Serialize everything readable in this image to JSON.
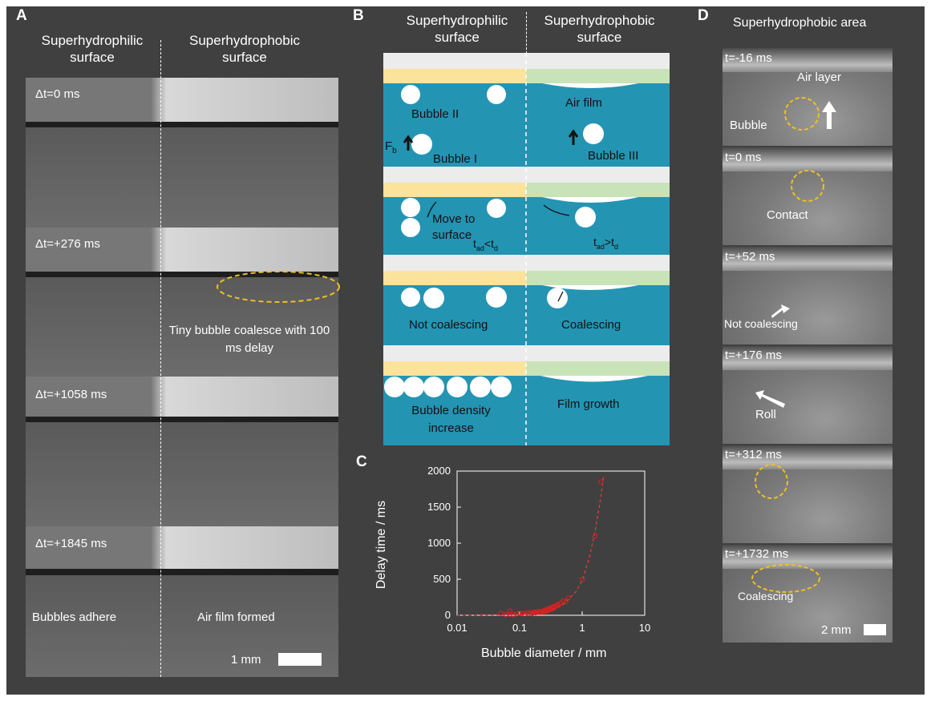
{
  "panels": {
    "A": {
      "letter": "A",
      "header_left": "Superhydrophilic surface",
      "header_right": "Superhydrophobic surface",
      "frames": [
        {
          "time": "Δt=0 ms"
        },
        {
          "time": "Δt=+276 ms",
          "annotation": "Tiny bubble coalesce with 100 ms delay"
        },
        {
          "time": "Δt=+1058 ms"
        },
        {
          "time": "Δt=+1845 ms",
          "caption_left": "Bubbles adhere",
          "caption_right": "Air film formed"
        }
      ],
      "scale_bar": "1 mm"
    },
    "B": {
      "letter": "B",
      "header_left": "Superhydrophilic surface",
      "header_right": "Superhydrophobic surface",
      "row1": {
        "bubble2": "Bubble II",
        "bubble1": "Bubble I",
        "air_film": "Air film",
        "bubble3": "Bubble III",
        "fb": "F",
        "fb_sub": "b"
      },
      "row2": {
        "move": "Move to surface",
        "t_left": "t",
        "t_left_sub": "ad",
        "t_left_op": "<t",
        "t_left_sub2": "d",
        "t_right": "t",
        "t_right_sub": "ad",
        "t_right_op": ">t",
        "t_right_sub2": "d"
      },
      "row3": {
        "left": "Not coalescing",
        "right": "Coalescing"
      },
      "row4": {
        "left": "Bubble density increase",
        "right": "Film growth"
      }
    },
    "C": {
      "letter": "C",
      "xlabel": "Bubble diameter / mm",
      "ylabel": "Delay time / ms",
      "xticks": [
        "0.01",
        "0.1",
        "1",
        "10"
      ],
      "yticks": [
        "0",
        "500",
        "1000",
        "1500",
        "2000"
      ]
    },
    "D": {
      "letter": "D",
      "header": "Superhydrophobic area",
      "frames": [
        {
          "time": "t=-16 ms",
          "notes": [
            "Air layer",
            "Bubble"
          ]
        },
        {
          "time": "t=0 ms",
          "notes": [
            "Contact"
          ]
        },
        {
          "time": "t=+52 ms",
          "notes": [
            "Not coalescing"
          ]
        },
        {
          "time": "t=+176 ms",
          "notes": [
            "Roll"
          ]
        },
        {
          "time": "t=+312 ms",
          "notes": []
        },
        {
          "time": "t=+1732 ms",
          "notes": [
            "Coalescing"
          ]
        }
      ],
      "scale_bar": "2 mm"
    }
  },
  "colors": {
    "background": "#404040",
    "water": "#2494b3",
    "hydrophilic": "#fbe39c",
    "hydrophobic": "#c9e3b8",
    "highlight": "#f0c020",
    "fit": "#d63a3a"
  },
  "chart_data": {
    "type": "scatter",
    "xlabel": "Bubble diameter / mm",
    "ylabel": "Delay time / ms",
    "xscale": "log",
    "xlim": [
      0.01,
      10
    ],
    "ylim": [
      0,
      2000
    ],
    "grid": false,
    "series": [
      {
        "marker": "open circle",
        "color": "#e02020",
        "points": [
          [
            0.06,
            10
          ],
          [
            0.07,
            15
          ],
          [
            0.08,
            8
          ],
          [
            0.09,
            20
          ],
          [
            0.1,
            25
          ],
          [
            0.11,
            30
          ],
          [
            0.12,
            18
          ],
          [
            0.13,
            35
          ],
          [
            0.14,
            22
          ],
          [
            0.15,
            40
          ],
          [
            0.16,
            28
          ],
          [
            0.17,
            45
          ],
          [
            0.18,
            33
          ],
          [
            0.19,
            50
          ],
          [
            0.2,
            38
          ],
          [
            0.21,
            55
          ],
          [
            0.22,
            42
          ],
          [
            0.23,
            60
          ],
          [
            0.24,
            48
          ],
          [
            0.25,
            70
          ],
          [
            0.26,
            55
          ],
          [
            0.27,
            80
          ],
          [
            0.28,
            62
          ],
          [
            0.29,
            90
          ],
          [
            0.3,
            75
          ],
          [
            0.31,
            100
          ],
          [
            0.32,
            85
          ],
          [
            0.33,
            110
          ],
          [
            0.34,
            95
          ],
          [
            0.35,
            120
          ],
          [
            0.36,
            105
          ],
          [
            0.38,
            130
          ],
          [
            0.4,
            150
          ],
          [
            0.42,
            140
          ],
          [
            0.45,
            170
          ],
          [
            0.5,
            200
          ],
          [
            0.55,
            190
          ],
          [
            0.6,
            240
          ],
          [
            0.07,
            60
          ],
          [
            0.05,
            30
          ],
          [
            1.0,
            500
          ],
          [
            1.6,
            1100
          ],
          [
            2.0,
            1850
          ]
        ]
      },
      {
        "name": "fit",
        "style": "dashed",
        "color": "#d63a3a",
        "points": [
          [
            0.01,
            0
          ],
          [
            0.1,
            10
          ],
          [
            0.3,
            60
          ],
          [
            0.5,
            150
          ],
          [
            0.8,
            330
          ],
          [
            1.0,
            480
          ],
          [
            1.3,
            800
          ],
          [
            1.6,
            1150
          ],
          [
            2.0,
            1650
          ],
          [
            2.2,
            1950
          ]
        ]
      }
    ]
  }
}
